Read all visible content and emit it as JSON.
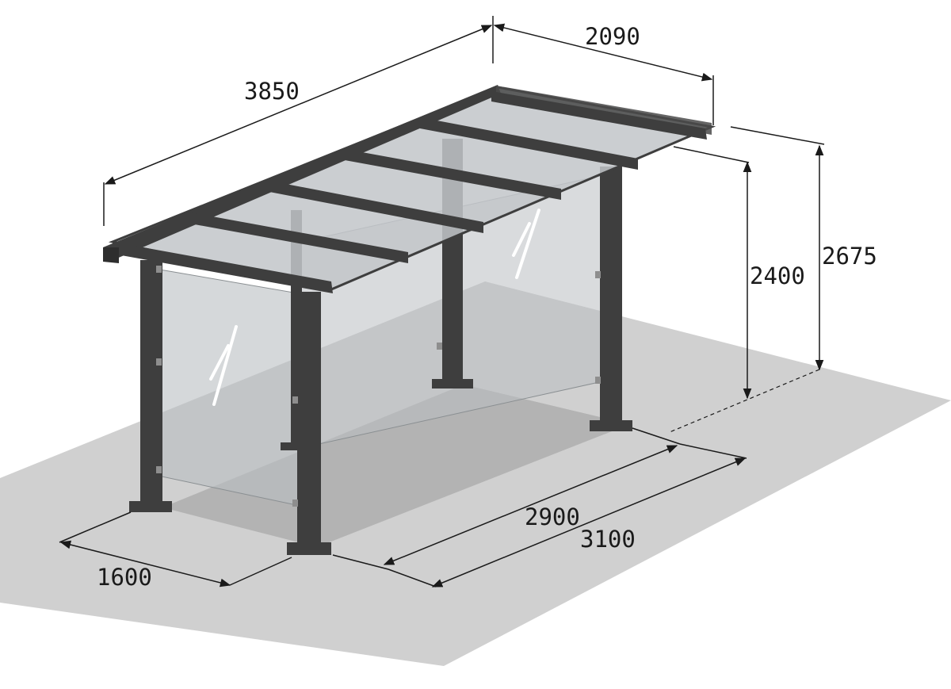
{
  "dimensions": {
    "top_length": "3850",
    "top_width": "2090",
    "clear_height": "2400",
    "total_height": "2675",
    "post_spacing_inner": "2900",
    "post_spacing_outer": "3100",
    "base_depth": "1600"
  },
  "colors": {
    "floor": "#d0d0d0",
    "shadow": "#b3b3b3",
    "frame": "#3e3e3e",
    "glass": "#b9bec1",
    "dimension_line": "#1a1a1a"
  }
}
